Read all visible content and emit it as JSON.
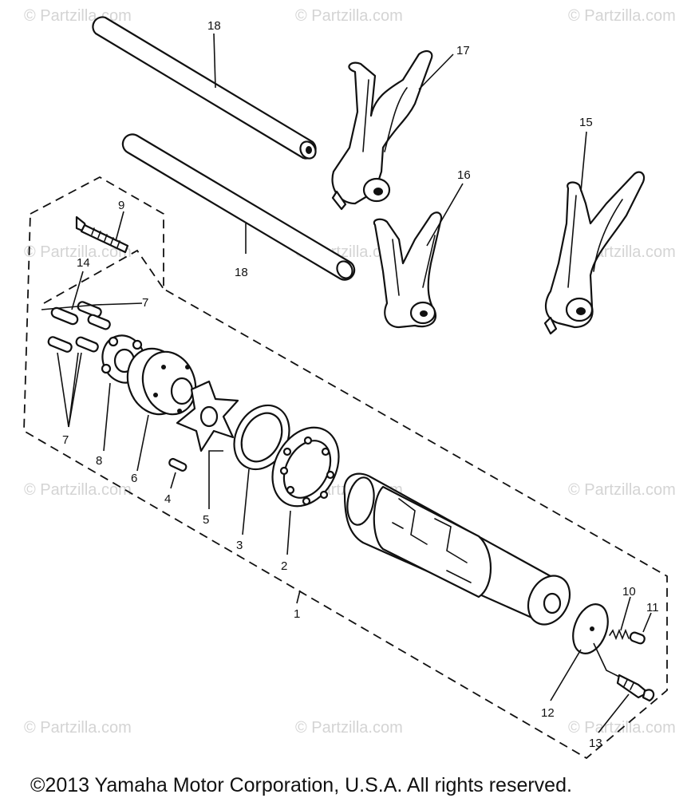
{
  "copyright": "©2013  Yamaha Motor Corporation, U.S.A. All rights reserved.",
  "watermark": "© Partzilla.com",
  "callouts": [
    {
      "id": "1",
      "label": "1"
    },
    {
      "id": "2",
      "label": "2"
    },
    {
      "id": "3",
      "label": "3"
    },
    {
      "id": "4",
      "label": "4"
    },
    {
      "id": "5",
      "label": "5"
    },
    {
      "id": "6",
      "label": "6"
    },
    {
      "id": "7a",
      "label": "7"
    },
    {
      "id": "7b",
      "label": "7"
    },
    {
      "id": "8",
      "label": "8"
    },
    {
      "id": "9",
      "label": "9"
    },
    {
      "id": "10",
      "label": "10"
    },
    {
      "id": "11",
      "label": "11"
    },
    {
      "id": "12",
      "label": "12"
    },
    {
      "id": "13",
      "label": "13"
    },
    {
      "id": "14",
      "label": "14"
    },
    {
      "id": "15",
      "label": "15"
    },
    {
      "id": "16",
      "label": "16"
    },
    {
      "id": "17",
      "label": "17"
    },
    {
      "id": "18a",
      "label": "18"
    },
    {
      "id": "18b",
      "label": "18"
    }
  ],
  "colors": {
    "line": "#111111",
    "watermark": "#d4d4d4",
    "background": "#ffffff"
  }
}
